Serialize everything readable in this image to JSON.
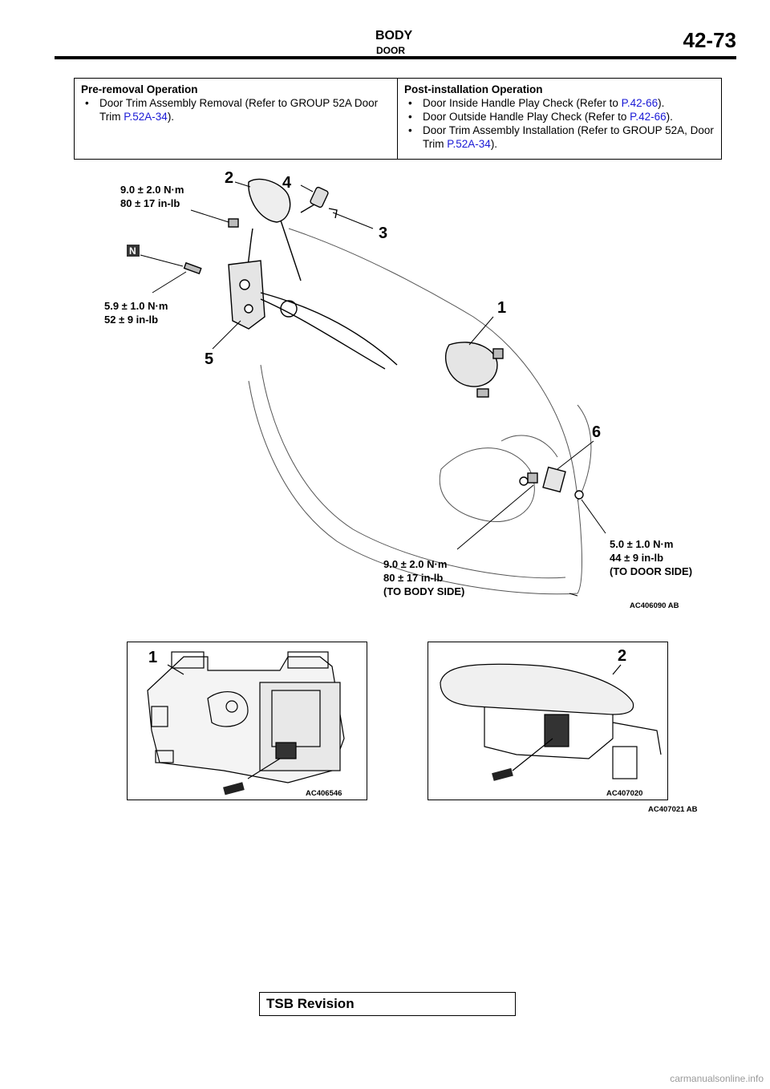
{
  "header": {
    "title": "BODY",
    "subtitle": "DOOR",
    "page": "42-73"
  },
  "pre_removal": {
    "heading": "Pre-removal Operation",
    "items": [
      {
        "text": "Door Trim Assembly Removal (Refer to GROUP 52A Door Trim ",
        "ref": "P.52A-34",
        "tail": ")."
      }
    ]
  },
  "post_installation": {
    "heading": "Post-installation Operation",
    "items": [
      {
        "text": "Door Inside Handle Play Check (Refer to ",
        "ref": "P.42-66",
        "tail": ")."
      },
      {
        "text": "Door Outside Handle Play Check (Refer to ",
        "ref": "P.42-66",
        "tail": ")."
      },
      {
        "text": "Door Trim Assembly Installation (Refer to GROUP 52A, Door Trim ",
        "ref": "P.52A-34",
        "tail": ")."
      }
    ]
  },
  "main_diagram": {
    "torque_top": "9.0 ± 2.0 N·m\n80 ± 17 in-lb",
    "torque_left": "5.9 ± 1.0 N·m\n52 ± 9 in-lb",
    "torque_body": "9.0 ± 2.0 N·m\n80 ± 17 in-lb\n(TO BODY SIDE)",
    "torque_door": "5.0 ± 1.0 N·m\n44 ± 9 in-lb\n(TO DOOR SIDE)",
    "badge": "N",
    "callouts": [
      "1",
      "2",
      "3",
      "4",
      "5",
      "6"
    ],
    "figure_code": "AC406090",
    "figure_suffix": "AB"
  },
  "detail_figures": {
    "left": {
      "callout": "1",
      "code": "AC406546"
    },
    "right": {
      "callout": "2",
      "code": "AC407020"
    },
    "group_code": "AC407021",
    "group_suffix": "AB"
  },
  "footer": {
    "tsb_label": "TSB Revision",
    "watermark": "carmanualsonline.info"
  }
}
